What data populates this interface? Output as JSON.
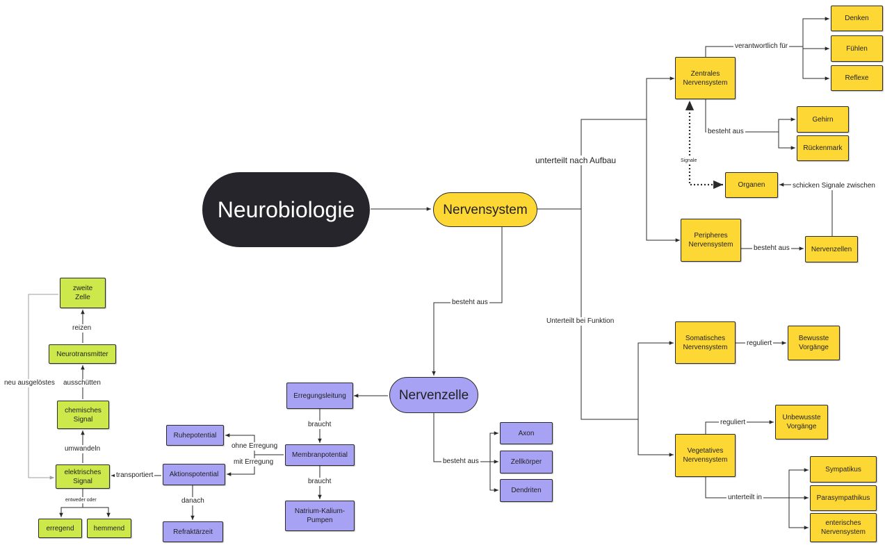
{
  "root": "Neurobiologie",
  "hubs": {
    "nervensystem": "Nervensystem",
    "nervenzelle": "Nervenzelle"
  },
  "nodes": {
    "denken": "Denken",
    "fuehlen": "Fühlen",
    "reflexe": "Reflexe",
    "zns": "Zentrales\nNervensystem",
    "gehirn": "Gehirn",
    "rueckenmark": "Rückenmark",
    "organen": "Organen",
    "pns": "Peripheres\nNervensystem",
    "nervenzellen": "Nervenzellen",
    "somatisch": "Somatisches\nNervensystem",
    "bewusst": "Bewusste\nVorgänge",
    "unbewusst": "Unbewusste\nVorgänge",
    "vegetativ": "Vegetatives\nNervensystem",
    "sympathikus": "Sympatikus",
    "parasympathikus": "Parasympathikus",
    "enterisch": "enterisches\nNervensystem",
    "axon": "Axon",
    "zellkoerper": "Zellkörper",
    "dendriten": "Dendriten",
    "erregungsleitung": "Erregungsleitung",
    "membranpotential": "Membranpotential",
    "pumpen": "Natrium-Kalium-\nPumpen",
    "ruhepotential": "Ruhepotential",
    "aktionspotential": "Aktionspotential",
    "refraktaerzeit": "Refraktärzeit",
    "zweite_zelle": "zweite\nZelle",
    "neurotransmitter": "Neurotransmitter",
    "chemisch": "chemisches\nSignal",
    "elektrisch": "elektrisches\nSignal",
    "erregend": "erregend",
    "hemmend": "hemmend"
  },
  "labels": {
    "verantwortlich_fuer": "verantwortlich für",
    "besteht_aus_zns": "besteht aus",
    "unterteilt_nach_aufbau": "unterteilt nach Aufbau",
    "signale": "Signale",
    "schicken_signale": "schicken Signale zwischen",
    "besteht_aus_pns": "besteht aus",
    "unterteilt_bei_funktion": "Unterteilt bei Funktion",
    "reguliert_som": "reguliert",
    "reguliert_veg": "reguliert",
    "unterteilt_in": "unterteilt in",
    "besteht_aus_hub": "besteht aus",
    "besteht_aus_zelle": "besteht aus",
    "braucht_1": "braucht",
    "braucht_2": "braucht",
    "ohne_erregung": "ohne Erregung",
    "mit_erregung": "mit Erregung",
    "transportiert": "transportiert",
    "danach": "danach",
    "reizen": "reizen",
    "ausschuetten": "ausschütten",
    "umwandeln": "umwandeln",
    "neu_ausgeloestes": "neu ausgelöstes",
    "entweder_oder": "entweder oder"
  },
  "colors": {
    "yellow": "#fdd835",
    "purple": "#a8a2f4",
    "green": "#cde84a",
    "root": "#26252b",
    "line": "#2a2a2a",
    "line_light": "#9e9e9e"
  }
}
